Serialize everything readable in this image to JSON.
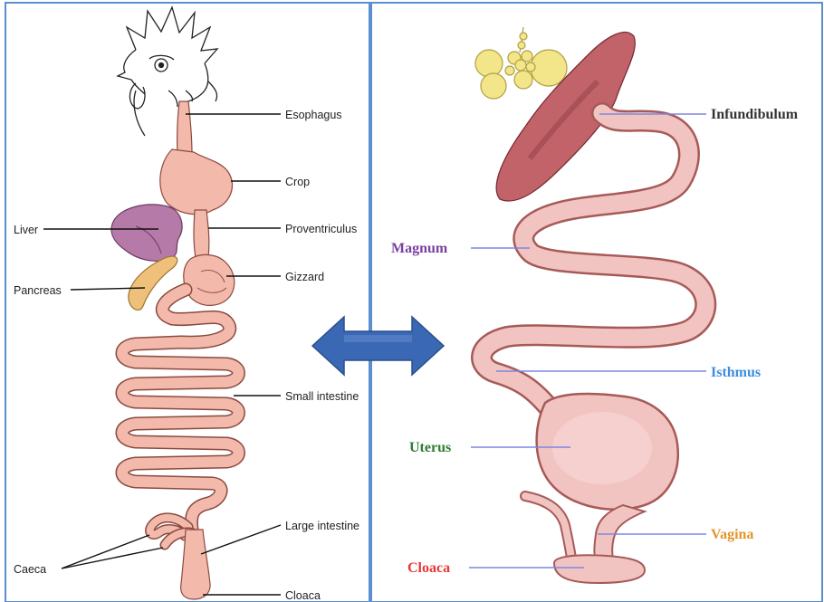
{
  "colors": {
    "panel_border": "#5b8fd0",
    "arrow": "#3a68b5",
    "tract_fill": "#f3b9ab",
    "tract_stroke": "#8a4a40",
    "liver": "#b57aa8",
    "pancreas": "#eec07a",
    "yolk": "#f3e58a",
    "infundibulum": "#c2636a",
    "oviduct": "#f2c4c1",
    "leader_left": "#111111",
    "leader_right": "#7d86e0"
  },
  "left_panel": {
    "labels": {
      "esophagus": "Esophagus",
      "crop": "Crop",
      "liver": "Liver",
      "proventriculus": "Proventriculus",
      "pancreas": "Pancreas",
      "gizzard": "Gizzard",
      "small_intestine": "Small intestine",
      "large_intestine": "Large intestine",
      "caeca": "Caeca",
      "cloaca": "Cloaca"
    }
  },
  "right_panel": {
    "labels": {
      "infundibulum": {
        "text": "Infundibulum",
        "color": "#333333"
      },
      "magnum": {
        "text": "Magnum",
        "color": "#7b3fa0"
      },
      "isthmus": {
        "text": "Isthmus",
        "color": "#3d8ee0"
      },
      "uterus": {
        "text": "Uterus",
        "color": "#2e7d32"
      },
      "vagina": {
        "text": "Vagina",
        "color": "#e0962a"
      },
      "cloaca": {
        "text": "Cloaca",
        "color": "#e53935"
      }
    }
  }
}
